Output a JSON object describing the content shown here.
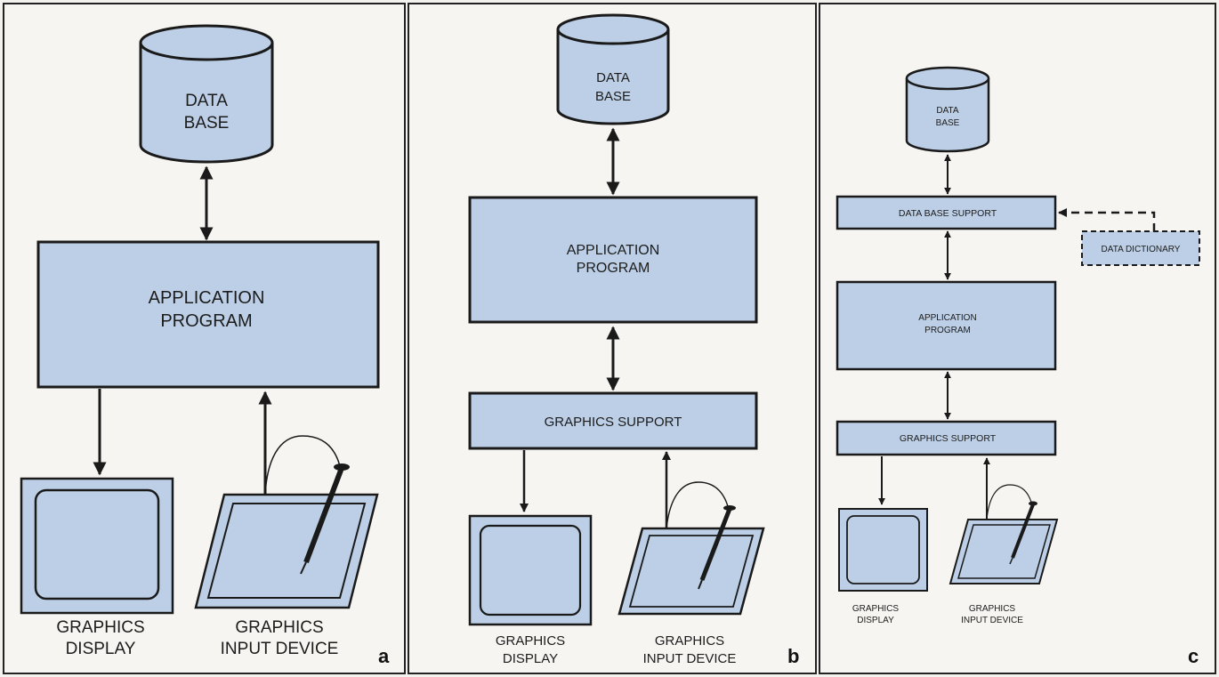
{
  "palette": {
    "box_fill": "#bccfe6",
    "stroke": "#1a1a1a",
    "background": "#f3f2ef"
  },
  "panel_a": {
    "letter": "a",
    "database": [
      "DATA",
      "BASE"
    ],
    "application": [
      "APPLICATION",
      "PROGRAM"
    ],
    "display_label": [
      "GRAPHICS",
      "DISPLAY"
    ],
    "input_label": [
      "GRAPHICS",
      "INPUT DEVICE"
    ]
  },
  "panel_b": {
    "letter": "b",
    "database": [
      "DATA",
      "BASE"
    ],
    "application": [
      "APPLICATION",
      "PROGRAM"
    ],
    "graphics_support": "GRAPHICS SUPPORT",
    "display_label": [
      "GRAPHICS",
      "DISPLAY"
    ],
    "input_label": [
      "GRAPHICS",
      "INPUT  DEVICE"
    ]
  },
  "panel_c": {
    "letter": "c",
    "database": [
      "DATA",
      "BASE"
    ],
    "database_support": "DATA BASE SUPPORT",
    "data_dictionary": "DATA DICTIONARY",
    "application": [
      "APPLICATION",
      "PROGRAM"
    ],
    "graphics_support": "GRAPHICS SUPPORT",
    "display_label": [
      "GRAPHICS",
      "DISPLAY"
    ],
    "input_label": [
      "GRAPHICS",
      "INPUT DEVICE"
    ]
  }
}
